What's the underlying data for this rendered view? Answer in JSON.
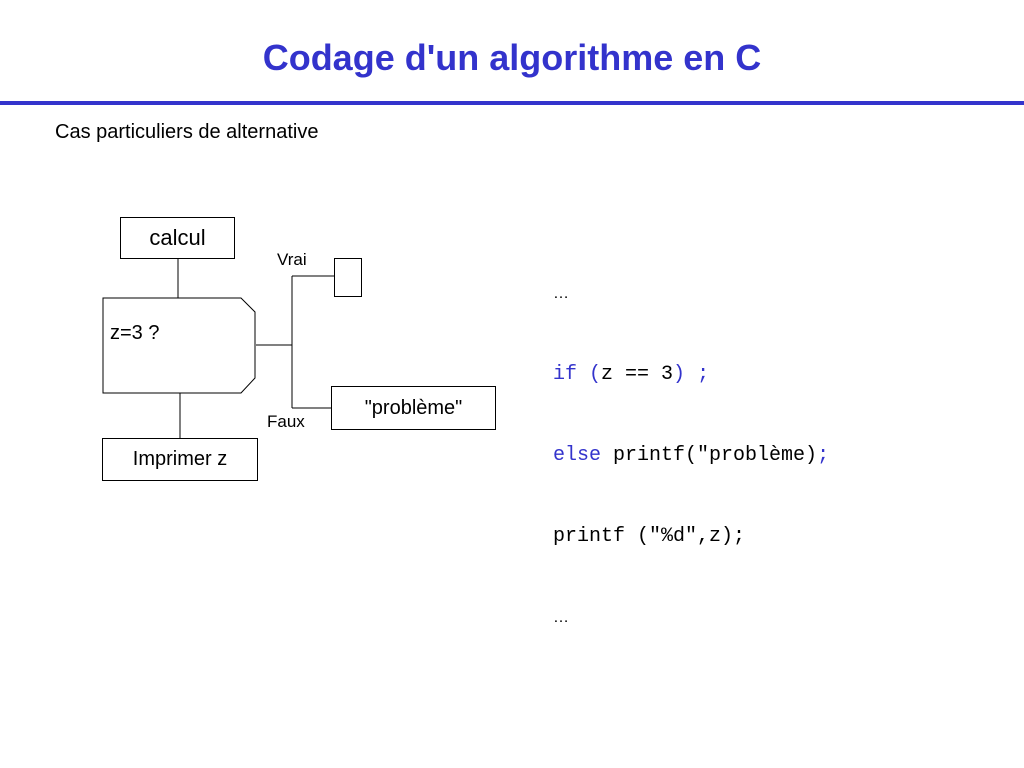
{
  "slide": {
    "title": "Codage d'un algorithme en C",
    "subtitle": "Cas particuliers de alternative"
  },
  "colors": {
    "title": "#3333cc",
    "rule": "#3333cc",
    "keyword": "#3333cc",
    "text": "#000000"
  },
  "diagram": {
    "calcul": "calcul",
    "condition": "z=3 ?",
    "empty_action": "",
    "else_action": "\"problème\"",
    "output": "Imprimer z",
    "true_label": "Vrai",
    "false_label": "Faux"
  },
  "code": {
    "ellipsis_top": "…",
    "line1": {
      "kw_if": "if",
      "open": " (",
      "cond": "z == 3",
      "close": ")",
      "semi": " ;"
    },
    "line2": {
      "kw_else": "else",
      "call": " printf(\"problème)",
      "semi": ";"
    },
    "line3": "printf (\"%d\",z);",
    "ellipsis_bottom": "…"
  }
}
